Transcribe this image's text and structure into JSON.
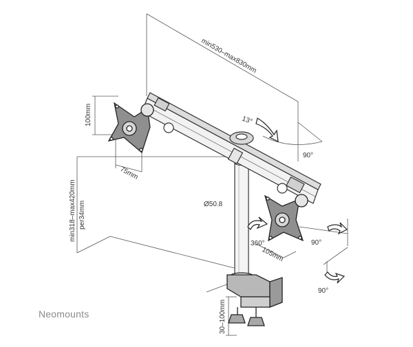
{
  "labels": {
    "arm_span": "min530–max830mm",
    "tilt_angle": "13°",
    "vesa_height": "100mm",
    "vesa_width": "75mm",
    "pole_height_1": "min318–max420mm",
    "pole_height_2": "per34mm",
    "pole_diameter": "Ø50.8",
    "rotate_360": "360°",
    "swivel_90_top": "90°",
    "swivel_90_right": "90°",
    "swivel_90_bottom": "90°",
    "depth": "105mm",
    "clamp_range": "30–100mm"
  },
  "brand": "Neomounts",
  "icons": [
    "vesa-plate-icon",
    "rotation-arrow-icon",
    "clamp-icon"
  ]
}
